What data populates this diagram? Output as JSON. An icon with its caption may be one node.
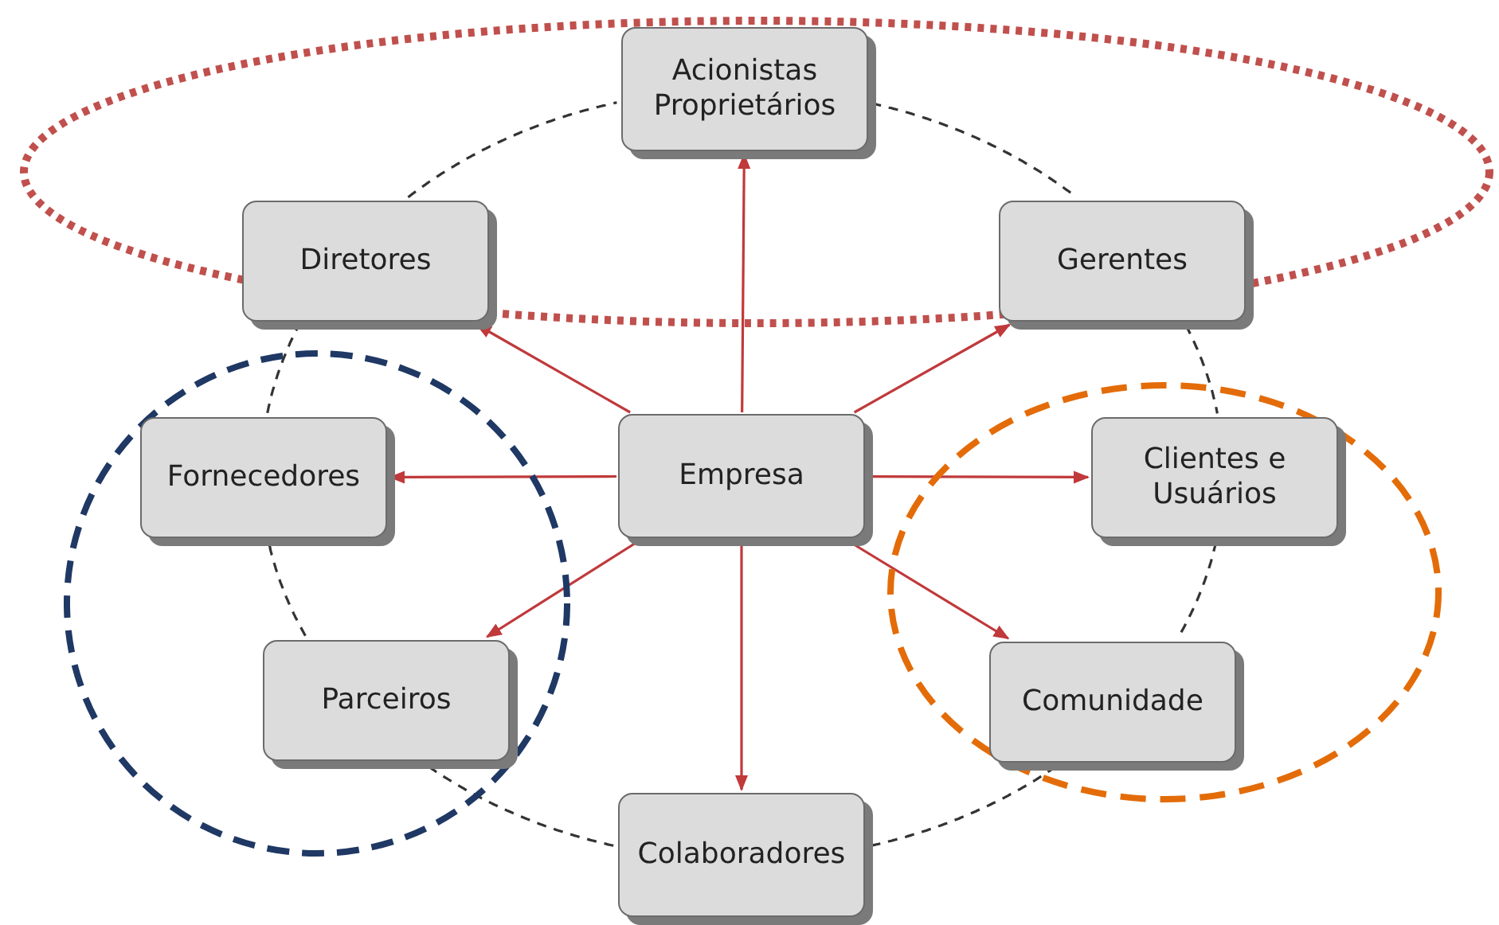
{
  "diagram": {
    "nodes": [
      {
        "text": [],
        "shape": "ellipse"
      },
      {
        "text": [
          "Acionistas Proprietários"
        ],
        "in": 0
      },
      {
        "text": [
          "Diretores"
        ],
        "in": 0
      },
      {
        "text": [
          "Gerentes"
        ],
        "in": 0
      },
      {
        "text": [],
        "shape": "circle"
      },
      {
        "text": [
          "Fornecedores"
        ],
        "in": 4
      },
      {
        "text": [
          "Empresa"
        ]
      },
      {
        "text": [],
        "shape": "ellipse"
      },
      {
        "text": [
          "Clientes e Usuários"
        ],
        "in": 7
      },
      {
        "text": [
          "Parceiros"
        ],
        "in": 4
      },
      {
        "text": [
          "Comunidade"
        ],
        "in": 7
      },
      {
        "text": [
          "Colaboradores"
        ]
      }
    ],
    "edges": [
      {
        "from": 6,
        "to": 1,
        "arrow": "to",
        "color": "#c0393b"
      },
      {
        "from": 6,
        "to": 3,
        "arrow": "to",
        "color": "#c0393b"
      },
      {
        "from": 6,
        "to": 8,
        "arrow": "to",
        "color": "#c0393b"
      },
      {
        "from": 6,
        "to": 10,
        "arrow": "to",
        "color": "#c0393b"
      },
      {
        "from": 6,
        "to": 11,
        "arrow": "to",
        "color": "#c0393b"
      },
      {
        "from": 6,
        "to": 9,
        "arrow": "to",
        "color": "#c0393b"
      },
      {
        "from": 6,
        "to": 5,
        "arrow": "to",
        "color": "#c0393b"
      },
      {
        "from": 6,
        "to": 2,
        "arrow": "to",
        "color": "#c0393b"
      },
      {
        "from": 1,
        "to": 3,
        "arrow": "none",
        "style": "dashed",
        "color": "#333333"
      },
      {
        "from": 3,
        "to": 8,
        "arrow": "none",
        "style": "dashed",
        "color": "#333333"
      },
      {
        "from": 8,
        "to": 10,
        "arrow": "none",
        "style": "dashed",
        "color": "#333333"
      },
      {
        "from": 10,
        "to": 11,
        "arrow": "none",
        "style": "dashed",
        "color": "#333333"
      },
      {
        "from": 11,
        "to": 9,
        "arrow": "none",
        "style": "dashed",
        "color": "#333333"
      },
      {
        "from": 9,
        "to": 5,
        "arrow": "none",
        "style": "dashed",
        "color": "#333333"
      },
      {
        "from": 5,
        "to": 2,
        "arrow": "none",
        "style": "dashed",
        "color": "#333333"
      },
      {
        "from": 2,
        "to": 1,
        "arrow": "none",
        "style": "dashed",
        "color": "#333333"
      }
    ]
  }
}
